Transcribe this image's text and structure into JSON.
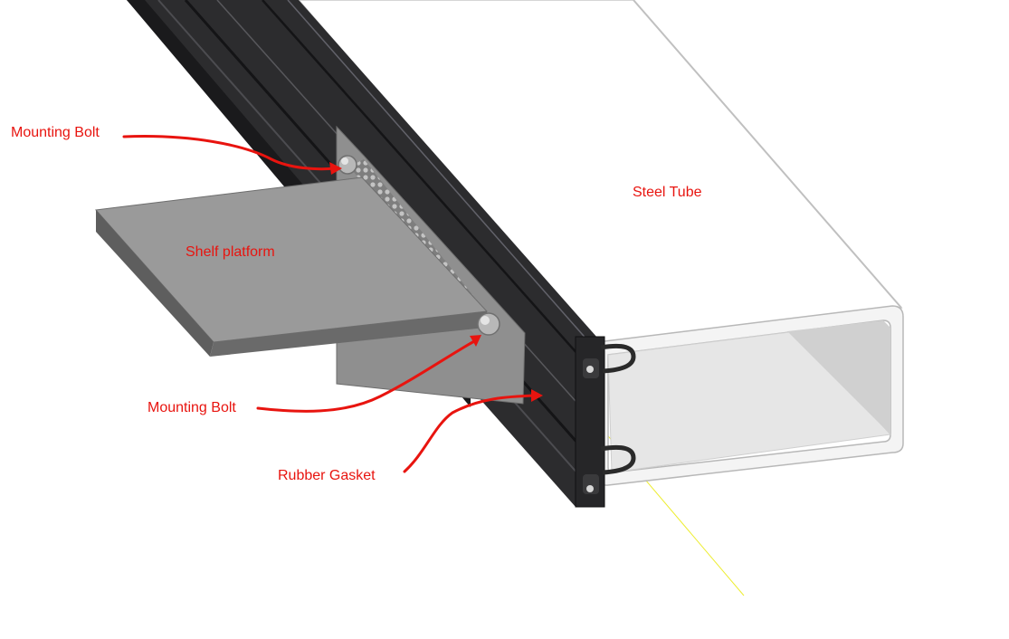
{
  "labels": {
    "mounting_bolt_top": "Mounting Bolt",
    "steel_tube": "Steel Tube",
    "shelf_platform": "Shelf platform",
    "mounting_bolt_bottom": "Mounting Bolt",
    "rubber_gasket": "Rubber Gasket"
  },
  "colors": {
    "label_text": "#e8140f",
    "leader_line": "#e8140f",
    "rail": "#2c2c2e",
    "rail_dark": "#141416",
    "plate": "#8f8f8f",
    "shelf_top": "#9a9a9a",
    "shelf_side": "#5e5e5e",
    "tube_face": "#ffffff",
    "tube_outline": "#c8c8c8",
    "axis_line": "#eded30"
  }
}
